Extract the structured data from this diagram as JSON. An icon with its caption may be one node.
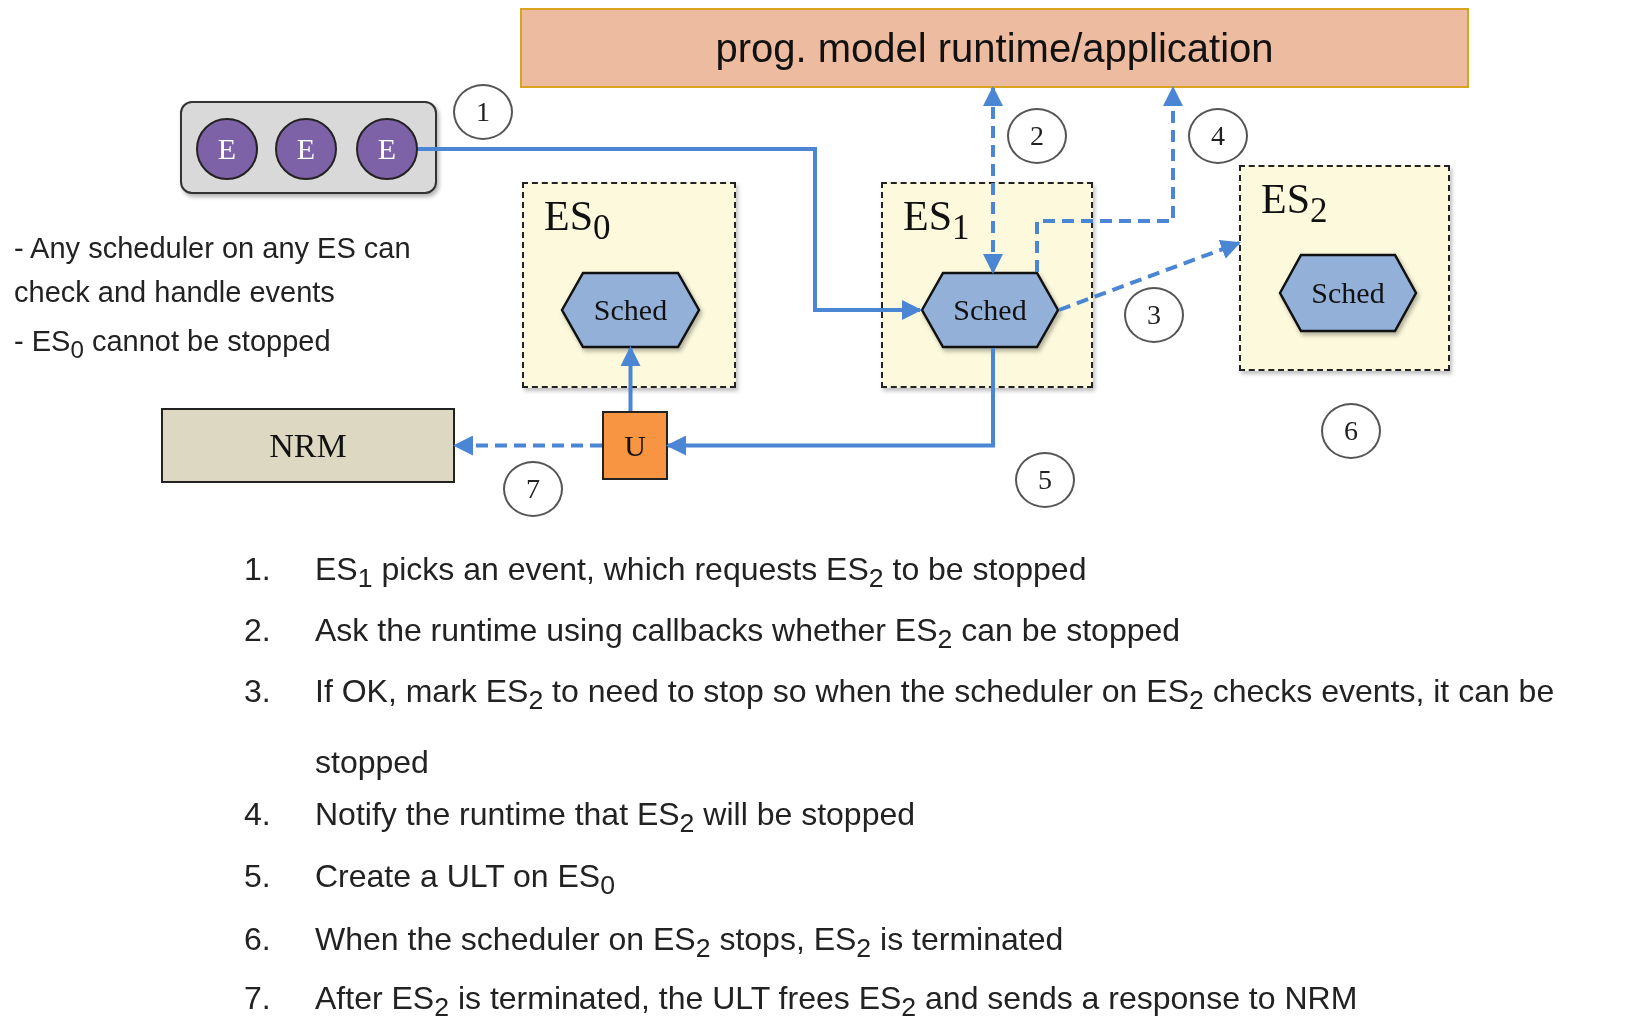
{
  "diagram": {
    "nodes": [
      {
        "text": [
          "prog. model runtime/application"
        ]
      },
      {
        "text": [],
        "shape": "box"
      },
      {
        "text": [
          "E"
        ],
        "in": 1
      },
      {
        "text": [
          "E"
        ],
        "in": 1
      },
      {
        "text": [
          "E"
        ],
        "in": 1
      },
      {
        "text": [
          "ES$_{0}$"
        ]
      },
      {
        "text": [
          "Sched"
        ],
        "in": 5
      },
      {
        "text": [
          "ES$_{1}$"
        ]
      },
      {
        "text": [
          "Sched"
        ],
        "in": 7
      },
      {
        "text": [
          "ES$_{2}$"
        ]
      },
      {
        "text": [
          "Sched"
        ],
        "in": 9
      },
      {
        "text": [
          "NRM"
        ]
      },
      {
        "text": [
          "U"
        ]
      }
    ],
    "edges": [
      {
        "from": 4,
        "to": 8,
        "arrow": "to"
      },
      {
        "from": 0,
        "to": 8,
        "arrow": "both",
        "style": "dashed"
      },
      {
        "from": 8,
        "to": 0,
        "arrow": "to",
        "style": "dashed"
      },
      {
        "from": 8,
        "to": 9,
        "arrow": "to",
        "style": "dashed"
      },
      {
        "from": 8,
        "to": 12,
        "arrow": "to"
      },
      {
        "from": 12,
        "to": 6,
        "arrow": "to"
      },
      {
        "from": 12,
        "to": 11,
        "arrow": "to",
        "style": "dashed"
      }
    ],
    "labels": [
      "1",
      "2",
      "4",
      "3",
      "6",
      "5",
      "7",
      "- Any scheduler on any ES can check and handle events",
      "- ES$_{0}$ cannot be stopped",
      "1.",
      "ES$_{1}$ picks an event, which requests ES$_{2}$ to be stopped",
      "2.",
      "Ask the runtime using callbacks whether ES$_{2}$ can be stopped",
      "3.",
      "If OK, mark ES$_{2}$ to need to stop so when the scheduler on ES$_{2}$ checks events, it can be stopped",
      "4.",
      "Notify the runtime that ES$_{2}$ will be stopped",
      "5.",
      "Create a ULT on ES$_{0}$",
      "6.",
      "When the scheduler on ES$_{2}$ stops, ES$_{2}$ is terminated",
      "7.",
      "After ES$_{2}$ is terminated, the ULT frees ES$_{2}$ and sends a response to NRM"
    ]
  }
}
